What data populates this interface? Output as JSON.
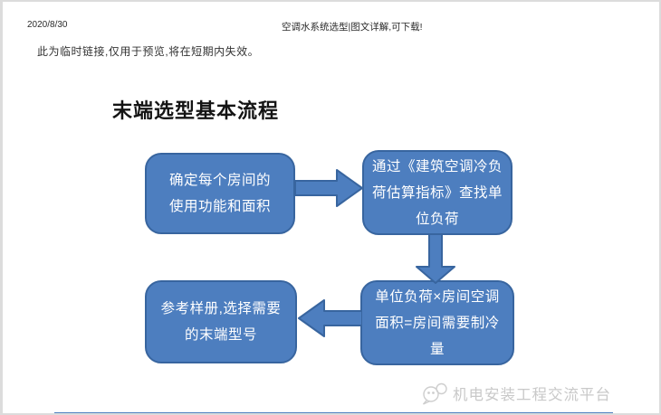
{
  "header": {
    "date": "2020/8/30",
    "doc_title": "空调水系统选型|图文详解,可下载!"
  },
  "notice": "此为临时链接,仅用于预览,将在短期内失效。",
  "diagram": {
    "title": "末端选型基本流程",
    "steps": [
      {
        "id": 1,
        "lines": [
          "确定每个房间的",
          "使用功能和面积"
        ]
      },
      {
        "id": 2,
        "lines": [
          "通过《建筑空调冷负",
          "荷估算指标》查找单",
          "位负荷"
        ]
      },
      {
        "id": 3,
        "lines": [
          "单位负荷×房间空调",
          "面积=房间需要制冷",
          "量"
        ]
      },
      {
        "id": 4,
        "lines": [
          "参考样册,选择需要",
          "的末端型号"
        ]
      }
    ],
    "connections": [
      {
        "from": 1,
        "to": 2,
        "direction": "right"
      },
      {
        "from": 2,
        "to": 3,
        "direction": "down"
      },
      {
        "from": 3,
        "to": 4,
        "direction": "left"
      }
    ]
  },
  "watermark": {
    "icon": "chat-bubbles-logo",
    "text": "机电安装工程交流平台"
  },
  "colors": {
    "box_fill": "#4d7ebf",
    "box_border": "#38659f",
    "box_text": "#ffffff",
    "watermark_gray": "#c9c9c9",
    "page_border": "#dcdcdc"
  }
}
